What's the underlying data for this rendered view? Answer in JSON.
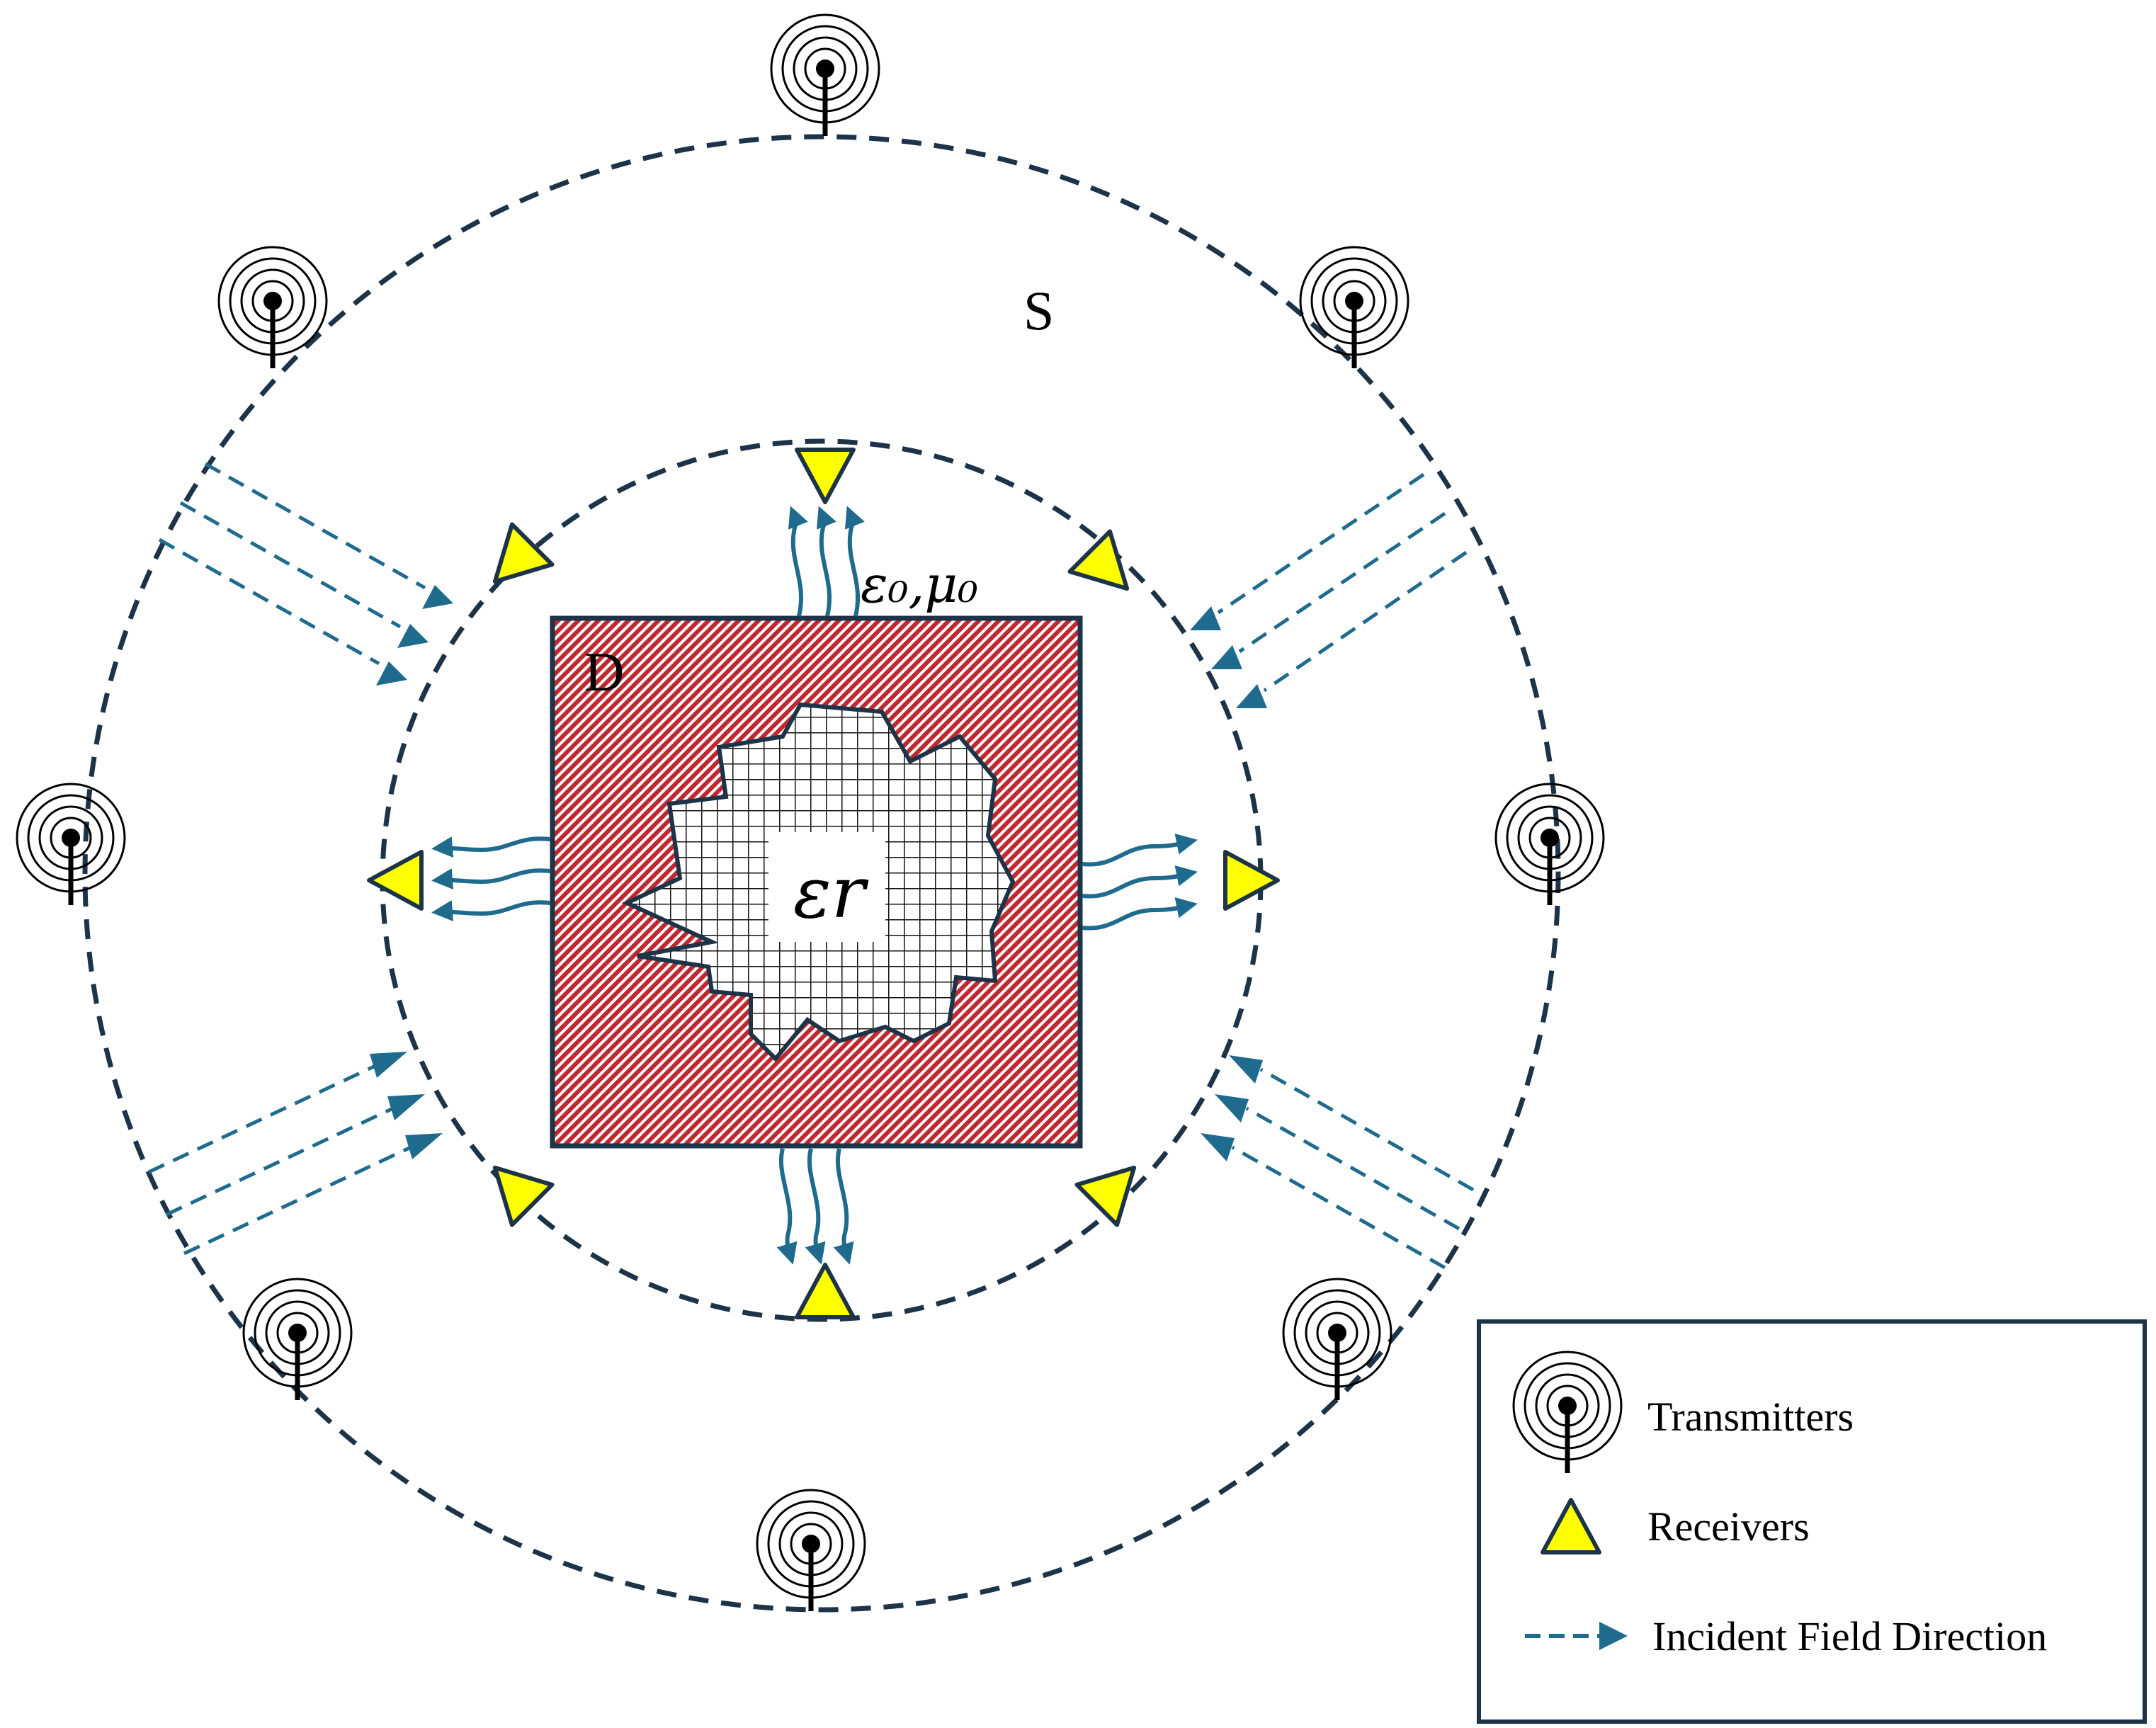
{
  "labels": {
    "region_s": "S",
    "region_d": "D",
    "background_medium": "ε₀,μ₀",
    "scatterer_permittivity": "εr"
  },
  "legend": {
    "transmitters": "Transmitters",
    "receivers": "Receivers",
    "incident": "Incident Field Direction"
  },
  "icons": {
    "transmitter": "transmitter-antenna-icon",
    "receiver": "receiver-triangle-icon",
    "incident": "dashed-arrow-icon"
  },
  "colors": {
    "ring": "#1c3348",
    "arrow": "#1f6b8e",
    "receiver_fill": "#ffff00",
    "domain_fill": "#c0282f",
    "scatterer_fill": "#ffffff"
  }
}
